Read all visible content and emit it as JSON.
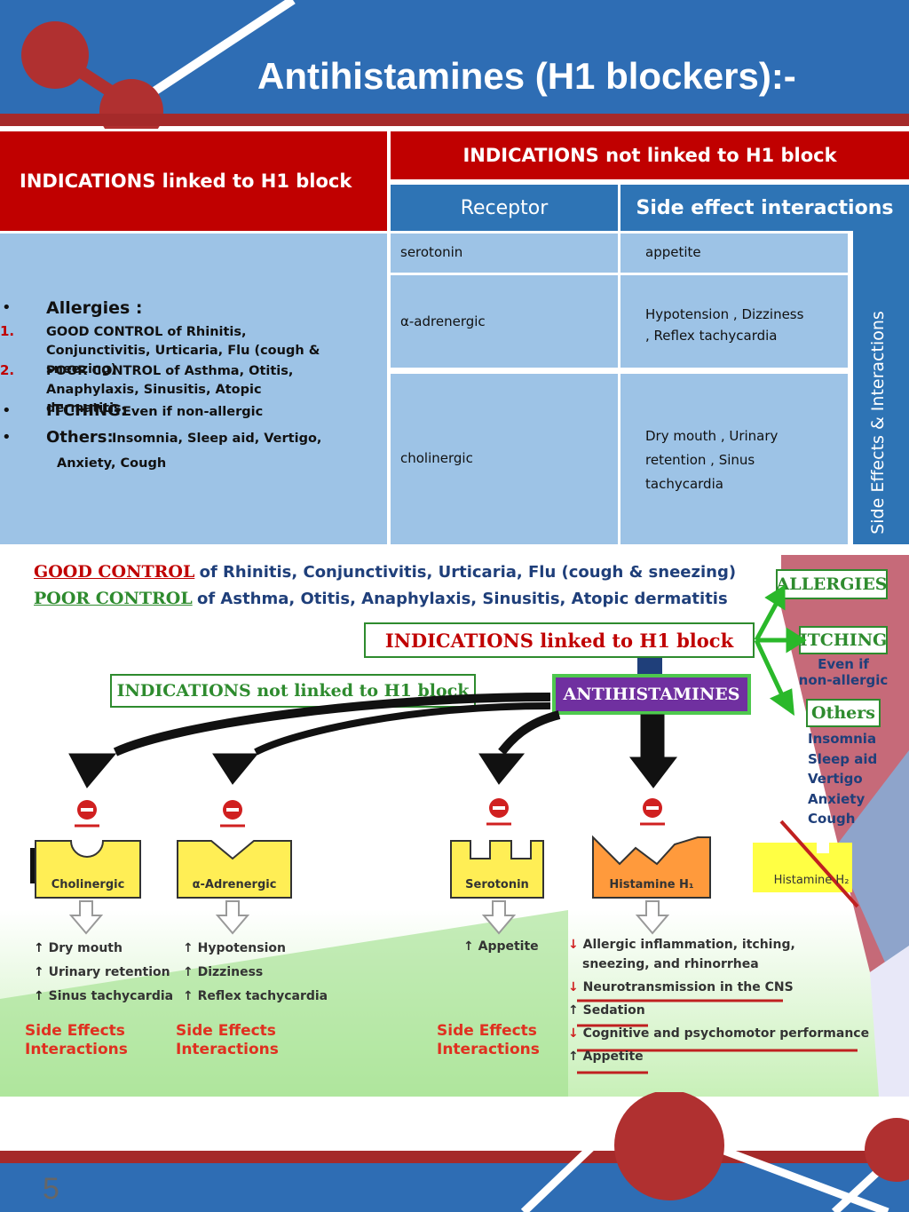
{
  "title": "Antihistamines (H1 blockers):-",
  "page_number": "5",
  "table": {
    "linked_header": "INDICATIONS linked to H1 block",
    "not_linked_header": "INDICATIONS not linked to H1 block",
    "receptor_header": "Receptor",
    "side_effect_header": "Side effect interactions",
    "vertical_label": "Side Effects & Interactions",
    "allergies_label": "Allergies :",
    "good_control": "GOOD CONTROL of Rhinitis, Conjunctivitis, Urticaria, Flu (cough & sneezing)",
    "poor_control": "POOR CONTROL of Asthma, Otitis, Anaphylaxis, Sinusitis, Atopic dermatitis",
    "itching_label": "ITCHING:",
    "itching_text": "Even if non-allergic",
    "others_label": "Others:",
    "others_text_1": "Insomnia, Sleep aid, Vertigo,",
    "others_text_2": "Anxiety, Cough",
    "rows": [
      {
        "receptor": "serotonin",
        "effect": "appetite"
      },
      {
        "receptor": "α-adrenergic",
        "effect_1": "Hypotension , Dizziness",
        "effect_2": ", Reflex tachycardia"
      },
      {
        "receptor": "cholinergic",
        "effect_1": "Dry mouth , Urinary",
        "effect_2": "retention , Sinus",
        "effect_3": "tachycardia"
      }
    ]
  },
  "diagram": {
    "good_control_label": "GOOD CONTROL",
    "good_control_text": "of Rhinitis, Conjunctivitis, Urticaria, Flu (cough & sneezing)",
    "poor_control_label": "POOR CONTROL",
    "poor_control_text": "of Asthma, Otitis, Anaphylaxis, Sinusitis, Atopic dermatitis",
    "linked_box": "INDICATIONS linked to H1 block",
    "not_linked_box": "INDICATIONS not linked to H1 block",
    "center_box": "ANTIHISTAMINES",
    "allergies": "ALLERGIES",
    "itching": "ITCHING",
    "itching_sub_1": "Even if",
    "itching_sub_2": "non-allergic",
    "others": "Others",
    "others_items": [
      "Insomnia",
      "Sleep aid",
      "Vertigo",
      "Anxiety",
      "Cough"
    ],
    "receptors": [
      "Cholinergic",
      "α-Adrenergic",
      "Serotonin",
      "Histamine H₁",
      "Histamine H₂"
    ],
    "cholinergic_effects": [
      "Dry mouth",
      "Urinary retention",
      "Sinus tachycardia"
    ],
    "adrenergic_effects": [
      "Hypotension",
      "Dizziness",
      "Reflex tachycardia"
    ],
    "serotonin_effects": [
      "Appetite"
    ],
    "histamine_effects": [
      "Allergic inflammation, itching,",
      "sneezing, and rhinorrhea",
      "Neurotransmission in the CNS",
      "Sedation",
      "Cognitive and psychomotor performance",
      "Appetite"
    ],
    "side_effects_line1": "Side Effects",
    "side_effects_line2": "Interactions"
  }
}
